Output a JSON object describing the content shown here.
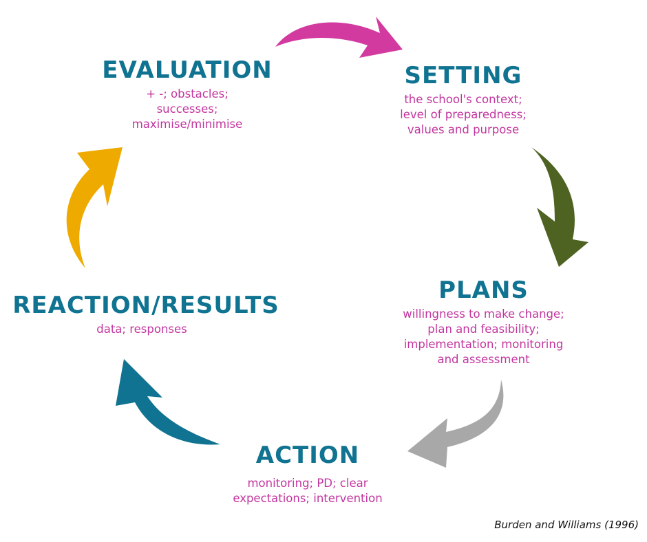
{
  "stages": {
    "setting": {
      "title": "SETTING",
      "lines": [
        "the school's context;",
        "level of preparedness;",
        "values and purpose"
      ]
    },
    "plans": {
      "title": "PLANS",
      "lines": [
        "willingness to make change;",
        "plan and feasibility;",
        "implementation; monitoring",
        "and assessment"
      ]
    },
    "action": {
      "title": "ACTION",
      "lines": [
        "monitoring; PD; clear",
        "expectations; intervention"
      ]
    },
    "reaction": {
      "title": "REACTION/RESULTS",
      "lines": [
        "data; responses"
      ]
    },
    "evaluation": {
      "title": "EVALUATION",
      "lines": [
        "+ -; obstacles;",
        "successes;",
        "maximise/minimise"
      ]
    }
  },
  "citation": "Burden and Williams (1996)",
  "colors": {
    "title": "#0f7391",
    "description": "#c2359f",
    "arrow_evaluation_to_setting": "#d23aa0",
    "arrow_setting_to_plans": "#4e6322",
    "arrow_plans_to_action": "#a8a8a8",
    "arrow_action_to_reaction": "#107391",
    "arrow_reaction_to_evaluation": "#efaa00"
  }
}
